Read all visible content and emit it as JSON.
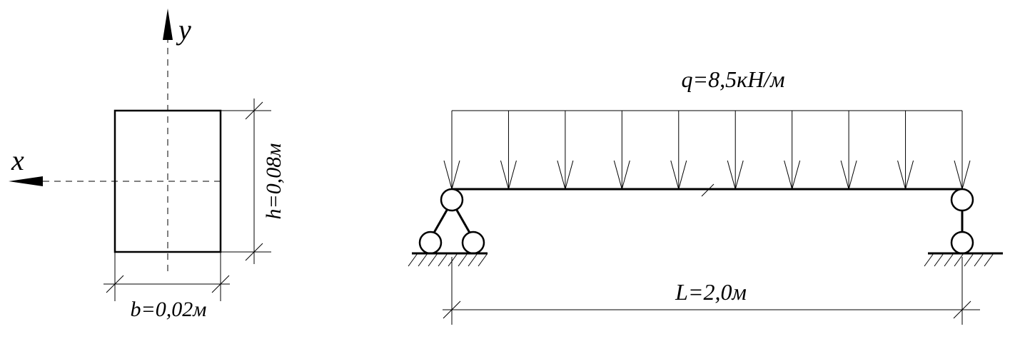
{
  "section": {
    "axis_y_label": "y",
    "axis_x_label": "x",
    "height_label": "h=0,08м",
    "width_label": "b=0,02м"
  },
  "beam": {
    "load_label": "q=8,5кН/м",
    "span_label": "L=2,0м"
  }
}
